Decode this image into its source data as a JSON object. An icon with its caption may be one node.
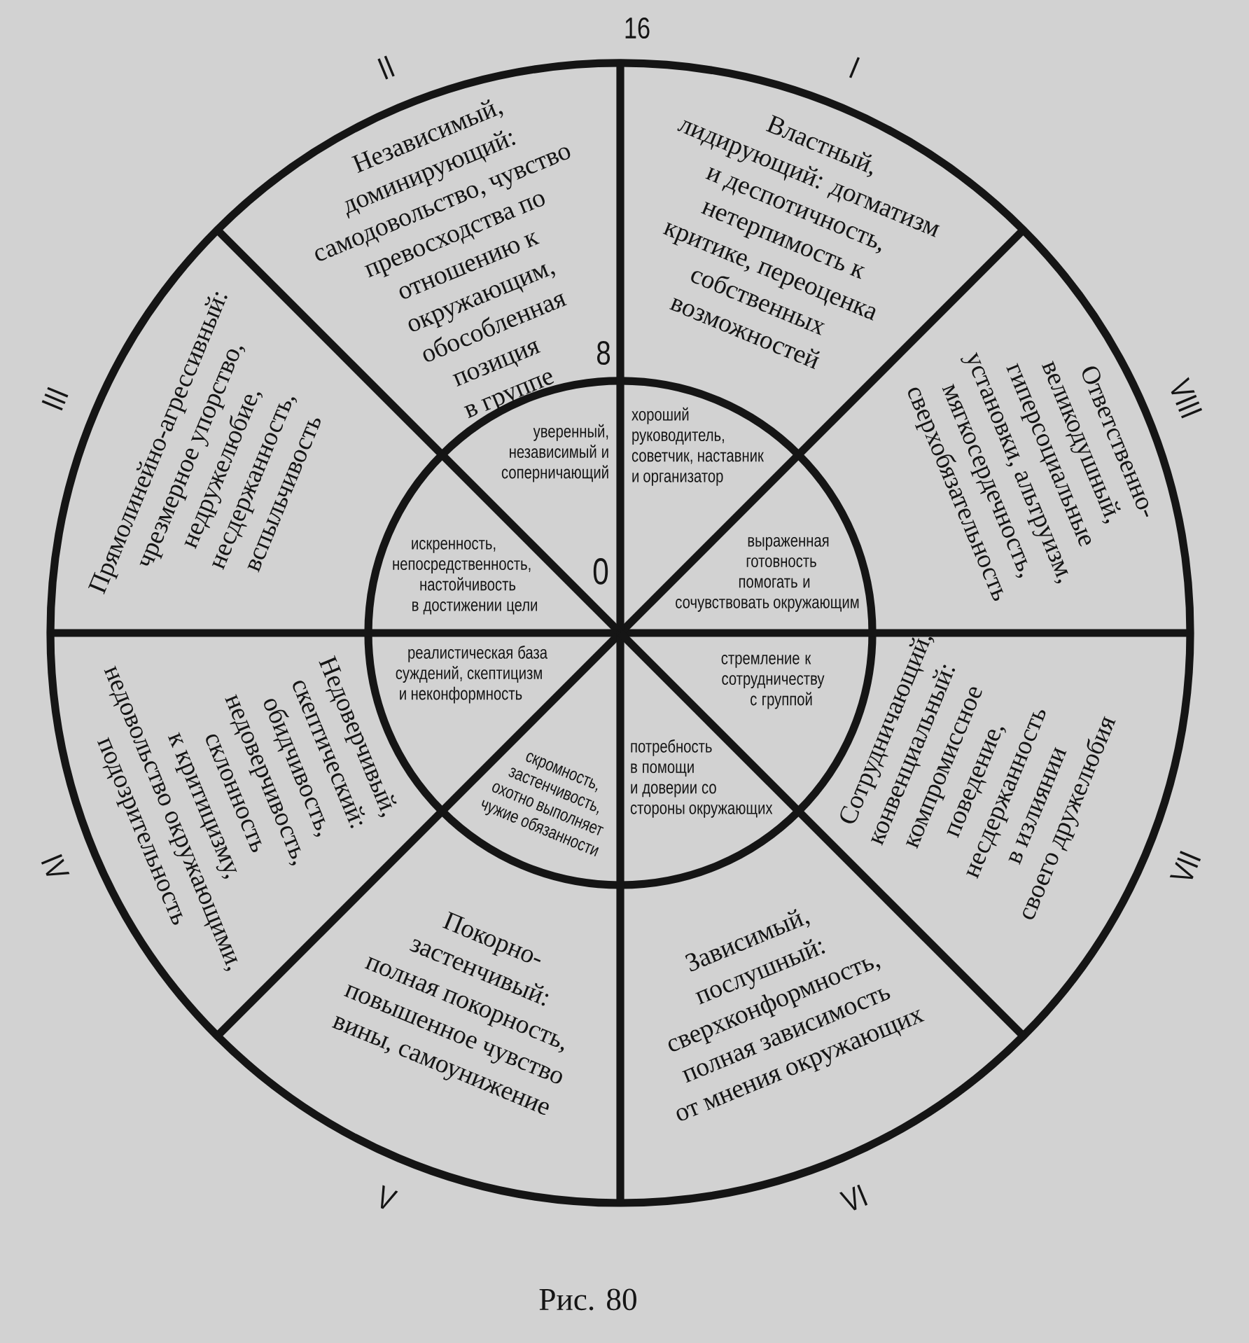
{
  "diagram": {
    "caption": "Рис. 80",
    "nodes": [
      {
        "text": [
          "Властный, лидирующий: догматизм и деспотичность, нетерпимость к критике, переоценка собственных возможностей"
        ],
        "beside": [
          "I"
        ]
      },
      {
        "text": [
          "Независимый, доминирующий: самодовольство, чувство превосходства по отношению к окружающим, обособленная позиция в группе"
        ],
        "beside": [
          "II"
        ]
      },
      {
        "text": [
          "Прямолинейно-агрессивный: чрезмерное упорство, недружелюбие, несдержанность, вспыльчивость"
        ],
        "beside": [
          "III"
        ]
      },
      {
        "text": [
          "Недоверчивый, скептический: обидчивость, недоверчивость, склонность к критицизму, недовольство окружающими, подозрительность"
        ],
        "beside": [
          "IV"
        ]
      },
      {
        "text": [
          "Покорно-застенчивый: полная покорность, повышенное чувство вины, самоунижение"
        ],
        "beside": [
          "V"
        ]
      },
      {
        "text": [
          "Зависимый, послушный: сверхконформность, полная зависимость от мнения окружающих"
        ],
        "beside": [
          "VI"
        ]
      },
      {
        "text": [
          "Сотрудничающий, конвенциальный: компромиссное поведение, несдержанность в излиянии своего дружелюбия"
        ],
        "beside": [
          "VII"
        ]
      },
      {
        "text": [
          "Ответственно-великодушный, гиперсоциальные установки, альтруизм, мягкосердечность, сверхобязательность"
        ],
        "beside": [
          "VIII"
        ]
      },
      {
        "text": [
          "хороший руководитель, советчик, наставник и организатор"
        ]
      },
      {
        "text": [
          "уверенный, независимый и соперничающий"
        ]
      },
      {
        "text": [
          "искренность, непосредственность, настойчивость в достижении цели"
        ]
      },
      {
        "text": [
          "реалистическая база суждений, скептицизм и неконформность"
        ]
      },
      {
        "text": [
          "скромность, застенчивость, охотно выполняет чужие обязанности"
        ]
      },
      {
        "text": [
          "потребность в помощи и доверии со стороны окружающих"
        ]
      },
      {
        "text": [
          "стремление к сотрудничеству с группой"
        ]
      },
      {
        "text": [
          "выраженная готовность помогать и сочувствовать окружающим"
        ]
      }
    ],
    "labels": [
      "16",
      "8",
      "0"
    ]
  }
}
